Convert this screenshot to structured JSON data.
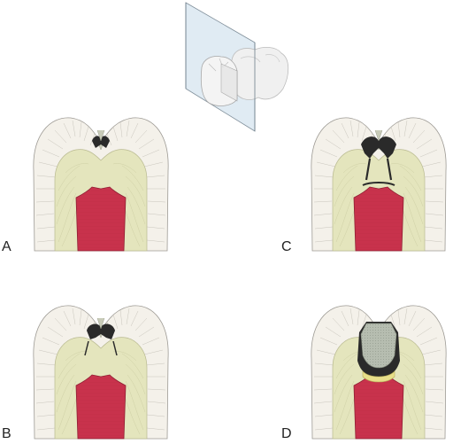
{
  "labels": {
    "a": "A",
    "b": "B",
    "c": "C",
    "d": "D"
  },
  "colors": {
    "enamel": "#f4f1ea",
    "enamel_rod": "#b9b5ae",
    "dentin": "#e4e5bd",
    "dentin_line": "#c9caa0",
    "pulp": "#c8324c",
    "pulp_edge": "#8e1f33",
    "caries_dark": "#2a2a2a",
    "caries_light": "#c8cbb8",
    "restoration": "#b6bdb0",
    "liner": "#e8df8a",
    "plane": "#cfe1ee",
    "tooth_3d": "#eeeeee"
  },
  "panels": [
    {
      "id": "A",
      "stage": "lesion-enamel-dentin-junction"
    },
    {
      "id": "B",
      "stage": "lesion-spreading-dentin"
    },
    {
      "id": "C",
      "stage": "lesion-deep-dentin"
    },
    {
      "id": "D",
      "stage": "restored-with-liner"
    }
  ]
}
